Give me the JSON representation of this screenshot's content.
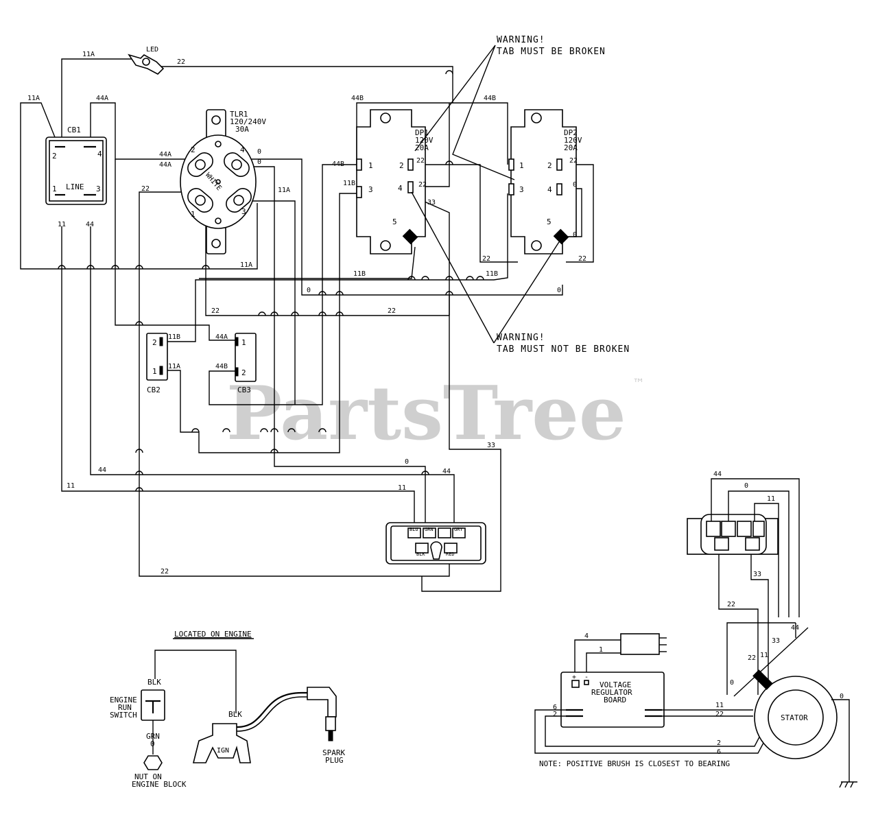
{
  "watermark": {
    "text": "PartsTree",
    "trademark": "™"
  },
  "warnings": {
    "broken_title": "WARNING!",
    "broken_text": "TAB MUST BE BROKEN",
    "not_broken_title": "WARNING!",
    "not_broken_text": "TAB MUST NOT BE BROKEN"
  },
  "components": {
    "led": "LED",
    "cb1": "CB1",
    "cb1_line": "LINE",
    "tlr1_name": "TLR1",
    "tlr1_voltage": "120/240V",
    "tlr1_amps": "30A",
    "tlr1_white": "WHITE",
    "dp1_name": "DP1",
    "dp1_voltage": "120V",
    "dp1_amps": "20A",
    "dp2_name": "DP2",
    "dp2_voltage": "120V",
    "dp2_amps": "20A",
    "cb2": "CB2",
    "cb3": "CB3",
    "located_on_engine": "LOCATED ON ENGINE",
    "blk_top": "BLK",
    "engine_run_switch_1": "ENGINE",
    "engine_run_switch_2": "RUN",
    "engine_run_switch_3": "SWITCH",
    "grn": "GRN",
    "grn_num": "0",
    "nut_1": "NUT ON",
    "nut_2": "ENGINE BLOCK",
    "ign_blk": "BLK",
    "ign": "IGN",
    "spark_1": "SPARK",
    "spark_2": "PLUG",
    "vr_1": "VOLTAGE",
    "vr_2": "REGULATOR",
    "vr_3": "BOARD",
    "stator": "STATOR",
    "note": "NOTE: POSITIVE BRUSH IS CLOSEST TO BEARING",
    "conn_blu": "BLU",
    "conn_grn": "GRN",
    "conn_gry": "GRY",
    "conn_blk": "BLK",
    "conn_red": "RED"
  },
  "pin_labels": {
    "cb1_p2": "2",
    "cb1_p4": "4",
    "cb1_p1": "1",
    "cb1_p3": "3",
    "tlr_p1": "1",
    "tlr_p2": "2",
    "tlr_p3": "3",
    "tlr_p4": "4",
    "dp1_p1": "1",
    "dp1_p2": "2",
    "dp1_p3": "3",
    "dp1_p4": "4",
    "dp1_p5": "5",
    "dp2_p1": "1",
    "dp2_p2": "2",
    "dp2_p3": "3",
    "dp2_p4": "4",
    "dp2_p5": "5",
    "cb2_p2": "2",
    "cb2_p1": "1",
    "cb3_p1": "1",
    "cb3_p2": "2",
    "vr_plus": "+",
    "vr_minus": "-"
  },
  "wire_labels": {
    "w11a_top": "11A",
    "w22_led": "22",
    "w11a_left": "11A",
    "w44a_left": "44A",
    "w11_cb1": "11",
    "w44_cb1": "44",
    "w44a_t1": "44A",
    "w44a_t2": "44A",
    "w0_t1": "0",
    "w0_t2": "0",
    "w22_tlr": "22",
    "w11a_tlr": "11A",
    "w11a_loop": "11A",
    "w44b_dp1": "44B",
    "w44b_top1": "44B",
    "w44b_top2": "44B",
    "w11b_dp1": "11B",
    "w22_dp1a": "22",
    "w22_dp1b": "22",
    "w33_dp1": "33",
    "w22_dp2a": "22",
    "w0_dp2": "0",
    "w0_dp2b": "0",
    "w22_bot1": "22",
    "w22_bot2": "22",
    "w11b_bot1": "11B",
    "w11b_bot2": "11B",
    "w0_bus": "0",
    "w0_bus2": "0",
    "w22_bus": "22",
    "w22_bus2": "22",
    "w11b_cb2": "11B",
    "w11a_cb2": "11A",
    "w44a_cb3": "44A",
    "w44b_cb3": "44B",
    "w33_right": "33",
    "w0_conn": "0",
    "w44_conn": "44",
    "w44_left": "44",
    "w11_left": "11",
    "w11_conn": "11",
    "w22_conn": "22",
    "r44": "44",
    "r0": "0",
    "r11": "11",
    "r33": "33",
    "r22": "22",
    "r22b": "22",
    "r11b": "11",
    "r33b": "33",
    "r44b": "44",
    "r0b": "0",
    "vr4": "4",
    "vr1": "1",
    "vr6": "6",
    "vr2": "2",
    "vr11": "11",
    "vr22": "22",
    "st2": "2",
    "st6": "6",
    "st0": "0"
  }
}
